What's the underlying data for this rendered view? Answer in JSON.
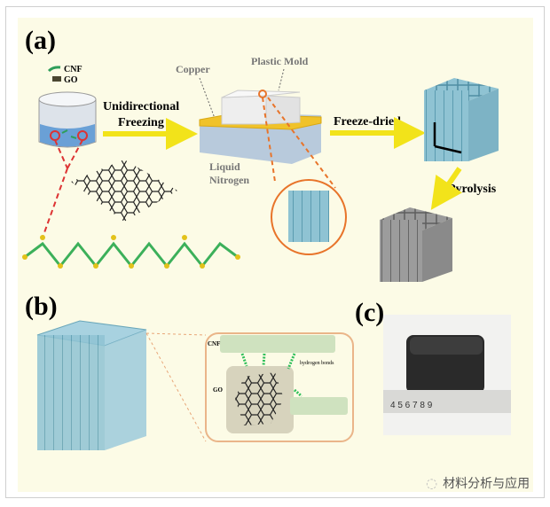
{
  "panels": {
    "a": {
      "label": "(a)",
      "legend": {
        "cnf": "CNF",
        "go": "GO"
      },
      "step1": {
        "line1": "Unidirectional",
        "line2": "Freezing"
      },
      "copper": "Copper",
      "plastic_mold": "Plastic Mold",
      "liquid_nitrogen": {
        "line1": "Liquid",
        "line2": "Nitrogen"
      },
      "step2": "Freeze-dried",
      "step3": "Pyrolysis"
    },
    "b": {
      "label": "(b)",
      "inset": {
        "cnf": "CNF",
        "go": "GO",
        "bonds": "hydrogen bonds"
      }
    },
    "c": {
      "label": "(c)",
      "ruler_numbers": "4  5  6  7  8  9"
    }
  },
  "colors": {
    "background": "#fcfbe6",
    "arrow": "#f2e31a",
    "accent": "#e8742a",
    "cnf": "#2f9e5a",
    "honeycomb": "#8fc3d3"
  },
  "watermark": "材料分析与应用"
}
